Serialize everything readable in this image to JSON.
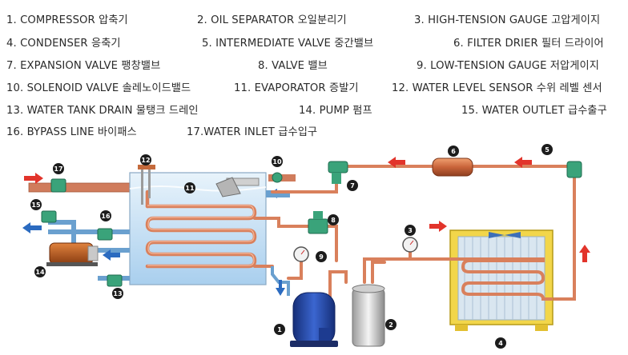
{
  "legend": [
    {
      "num": "1.",
      "en": "COMPRESSOR",
      "ko": "압축기"
    },
    {
      "num": "2.",
      "en": "OIL SEPARATOR",
      "ko": "오일분리기"
    },
    {
      "num": "3.",
      "en": "HIGH-TENSION GAUGE",
      "ko": "고압게이지"
    },
    {
      "num": "4.",
      "en": "CONDENSER",
      "ko": "응축기"
    },
    {
      "num": "5.",
      "en": "INTERMEDIATE VALVE",
      "ko": "중간밸브"
    },
    {
      "num": "6.",
      "en": "FILTER DRIER",
      "ko": "필터 드라이어"
    },
    {
      "num": "7.",
      "en": "EXPANSION VALVE",
      "ko": "팽창밸브"
    },
    {
      "num": "8.",
      "en": "VALVE",
      "ko": "밸브"
    },
    {
      "num": "9.",
      "en": "LOW-TENSION GAUGE",
      "ko": "저압게이지"
    },
    {
      "num": "10.",
      "en": "SOLENOID VALVE",
      "ko": "솔레노이드밸드"
    },
    {
      "num": "11.",
      "en": "EVAPORATOR",
      "ko": "증발기"
    },
    {
      "num": "12.",
      "en": "WATER LEVEL SENSOR",
      "ko": "수위 레벨 센서"
    },
    {
      "num": "13.",
      "en": "WATER TANK DRAIN",
      "ko": "물탱크 드레인"
    },
    {
      "num": "14.",
      "en": "PUMP",
      "ko": "펌프"
    },
    {
      "num": "15.",
      "en": "WATER OUTLET",
      "ko": "급수출구"
    },
    {
      "num": "16.",
      "en": "BYPASS LINE",
      "ko": "바이패스"
    },
    {
      "num": "17.",
      "en": "WATER INLET",
      "ko": "급수입구"
    }
  ],
  "diagram": {
    "badges": [
      "1",
      "2",
      "3",
      "4",
      "5",
      "6",
      "7",
      "8",
      "9",
      "10",
      "11",
      "12",
      "13",
      "14",
      "15",
      "16",
      "17"
    ],
    "colors": {
      "pipe": "#d9805c",
      "pipe_dark": "#b3583a",
      "water_pipe": "#6aa0cf",
      "tank": "#b9d8f0",
      "valve": "#3aa37a",
      "arrow_red": "#e2342b",
      "arrow_blue": "#2b6bc0",
      "badge": "#1c1c1c",
      "compressor": "#2347a5",
      "condenser_frame": "#f2d64a"
    }
  }
}
